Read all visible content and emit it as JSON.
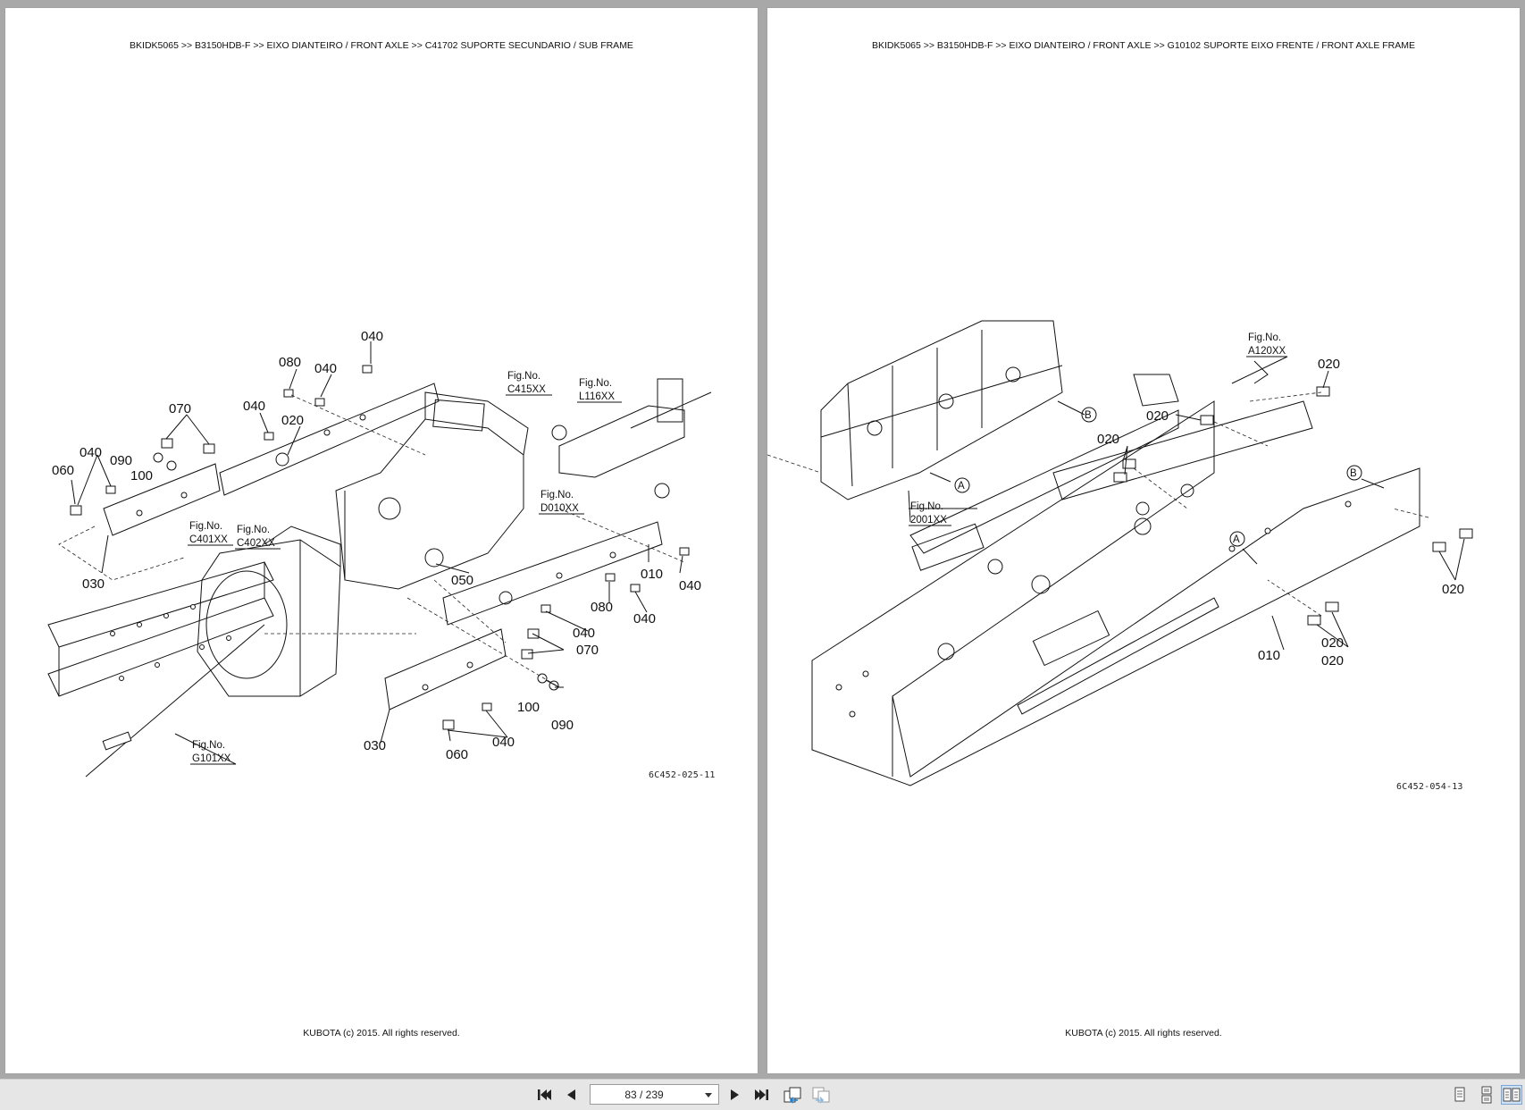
{
  "pages": {
    "left": {
      "header": "BKIDK5065 >> B3150HDB-F >> EIXO DIANTEIRO / FRONT AXLE >> C41702   SUPORTE SECUNDARIO / SUB FRAME",
      "footer": "KUBOTA (c) 2015. All rights reserved.",
      "figure_code": "6C452-025-11",
      "callouts": [
        "040",
        "080",
        "040",
        "070",
        "040",
        "020",
        "090",
        "100",
        "040",
        "060",
        "030",
        "050",
        "010",
        "040",
        "080",
        "040",
        "040",
        "070",
        "100",
        "090",
        "030",
        "060",
        "040"
      ],
      "fig_refs": [
        {
          "title": "Fig.No.",
          "code": "C415XX"
        },
        {
          "title": "Fig.No.",
          "code": "L116XX"
        },
        {
          "title": "Fig.No.",
          "code": "D010XX"
        },
        {
          "title": "Fig.No.",
          "code": "C401XX"
        },
        {
          "title": "Fig.No.",
          "code": "C402XX"
        },
        {
          "title": "Fig.No.",
          "code": "G101XX"
        }
      ]
    },
    "right": {
      "header": "BKIDK5065 >> B3150HDB-F >> EIXO DIANTEIRO / FRONT AXLE >> G10102   SUPORTE EIXO FRENTE / FRONT AXLE FRAME",
      "footer": "KUBOTA (c) 2015. All rights reserved.",
      "figure_code": "6C452-054-13",
      "callouts": [
        "020",
        "020",
        "020",
        "020",
        "020",
        "010",
        "020"
      ],
      "markers": [
        "A",
        "B",
        "A",
        "B"
      ],
      "fig_refs": [
        {
          "title": "Fig.No.",
          "code": "A120XX"
        },
        {
          "title": "Fig.No.",
          "code": "2001XX"
        }
      ]
    }
  },
  "toolbar": {
    "page_indicator": "83 / 239",
    "icons": {
      "first": "first-page-icon",
      "prev": "previous-page-icon",
      "next": "next-page-icon",
      "last": "last-page-icon",
      "back": "go-back-icon",
      "forward": "go-forward-icon",
      "single": "single-page-view-icon",
      "continuous": "continuous-view-icon",
      "facing": "facing-pages-view-icon"
    }
  }
}
